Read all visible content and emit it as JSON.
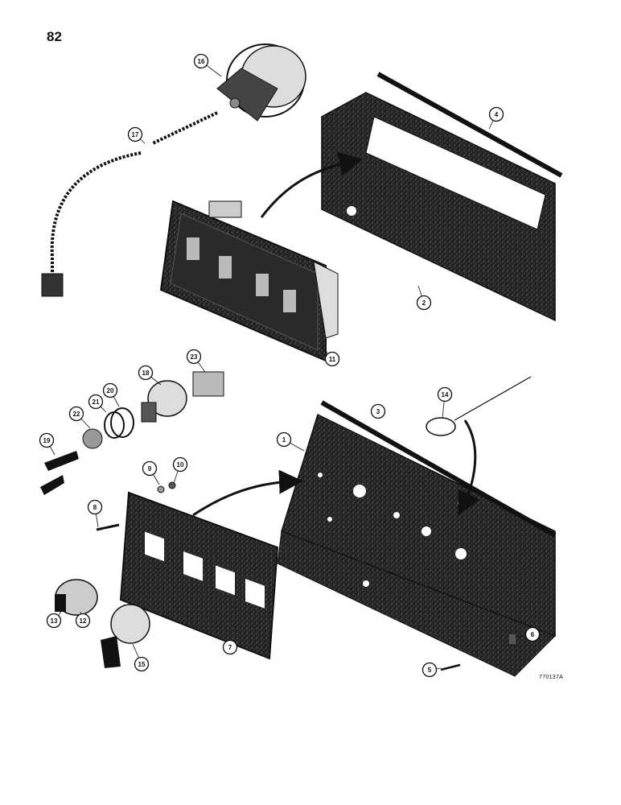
{
  "page_number": "82",
  "figure_code": "770137A",
  "callouts": [
    "1",
    "2",
    "3",
    "4",
    "5",
    "6",
    "7",
    "8",
    "9",
    "10",
    "11",
    "12",
    "13",
    "14",
    "15",
    "16",
    "17",
    "18",
    "19",
    "20",
    "21",
    "22",
    "23"
  ],
  "colors": {
    "ink": "#111111",
    "panel": "#1a1a1a",
    "paper": "#ffffff"
  }
}
